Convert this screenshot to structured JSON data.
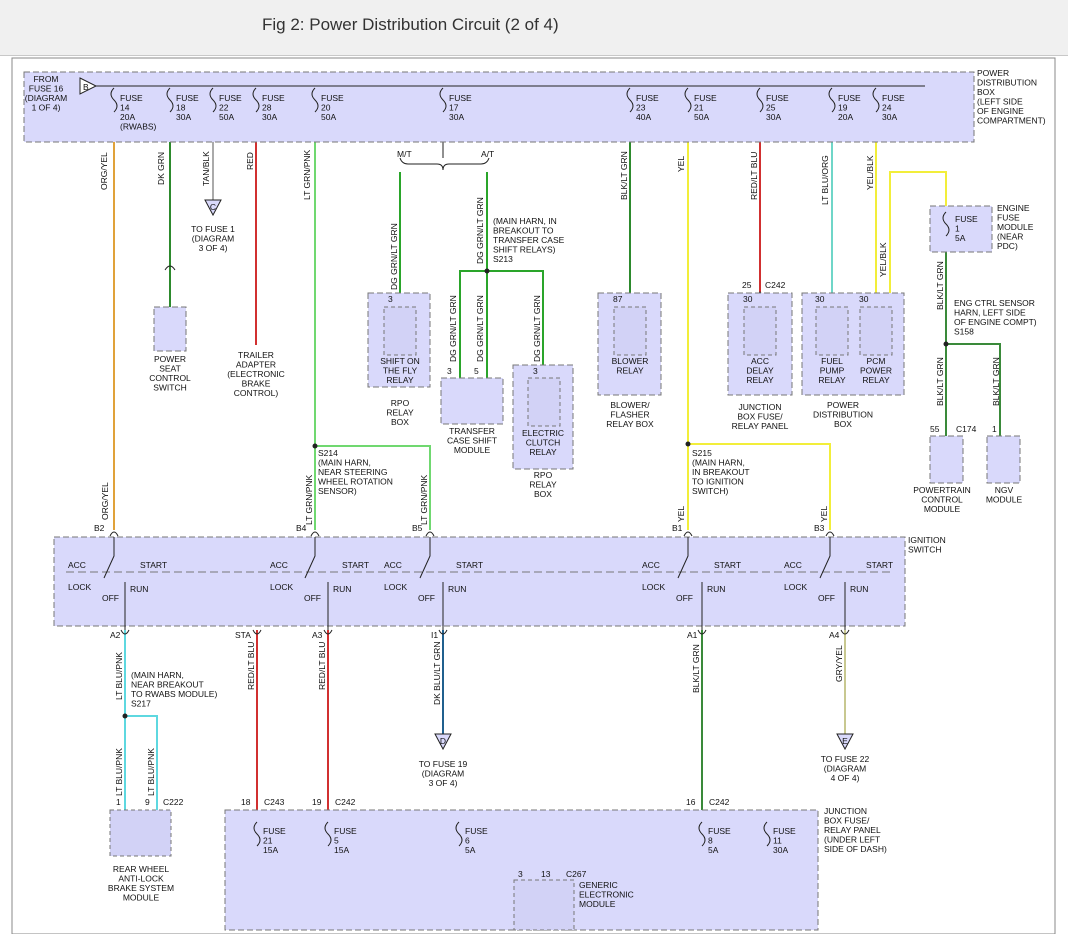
{
  "title": "Fig 2: Power Distribution Circuit (2 of 4)",
  "colors": {
    "org_yel": "#e0a23a",
    "dk_grn": "#2d8a2d",
    "red": "#d13030",
    "lt_grn_pnk": "#70d870",
    "dg_grn_lt_grn": "#2aa52a",
    "blk_lt_grn": "#3a8a3a",
    "yel": "#f2ee3a",
    "lt_blu_org": "#6fd6c8",
    "lt_blu_pnk": "#5ed8e0",
    "dk_blu_lt_grn": "#20608e",
    "gry_yel": "#c8c890",
    "box_fill": "#d9d9fb"
  },
  "pdc": {
    "from_label": "FROM\nFUSE 16\n(DIAGRAM\n1 OF 4)",
    "conn_b": "B",
    "label": "POWER\nDISTRIBUTION\nBOX\n(LEFT SIDE\nOF ENGINE\nCOMPARTMENT)",
    "fuses": [
      {
        "text": "FUSE\n14\n20A\n(RWABS)"
      },
      {
        "text": "FUSE\n18\n30A"
      },
      {
        "text": "FUSE\n22\n50A"
      },
      {
        "text": "FUSE\n28\n30A"
      },
      {
        "text": "FUSE\n20\n50A"
      },
      {
        "text": "FUSE\n17\n30A"
      },
      {
        "text": "FUSE\n23\n40A"
      },
      {
        "text": "FUSE\n21\n50A"
      },
      {
        "text": "FUSE\n25\n30A"
      },
      {
        "text": "FUSE\n19\n20A"
      },
      {
        "text": "FUSE\n24\n30A"
      }
    ]
  },
  "wires": {
    "org_yel": "ORG/YEL",
    "dk_grn": "DK GRN",
    "tan_blk": "TAN/BLK",
    "red": "RED",
    "lt_grn_pnk": "LT GRN/PNK",
    "blk_lt_grn": "BLK/LT GRN",
    "yel": "YEL",
    "red_lt_blu": "RED/LT BLU",
    "lt_blu_org": "LT BLU/ORG",
    "yel_blk": "YEL/BLK",
    "dg_grn_lt_grn": "DG GRN/LT GRN",
    "lt_blu_pnk": "LT BLU/PNK",
    "dk_blu_lt_grn": "DK BLU/LT GRN",
    "gry_yel": "GRY/YEL"
  },
  "offpage": {
    "c": {
      "letter": "C",
      "text": "TO FUSE 1\n(DIAGRAM\n3 OF 4)"
    },
    "d": {
      "letter": "D",
      "text": "TO FUSE 19\n(DIAGRAM\n3 OF 4)"
    },
    "e": {
      "letter": "E",
      "text": "TO FUSE 22\n(DIAGRAM\n4 OF 4)"
    }
  },
  "mt": "M/T",
  "at": "A/T",
  "splices": {
    "s213": "(MAIN HARN, IN\nBREAKOUT TO\nTRANSFER CASE\nSHIFT RELAYS)\nS213",
    "s214": "S214\n(MAIN HARN,\nNEAR STEERING\nWHEEL ROTATION\nSENSOR)",
    "s215": "S215\n(MAIN HARN,\nIN BREAKOUT\nTO IGNITION\nSWITCH)",
    "s158": "ENG CTRL SENSOR\nHARN, LEFT SIDE\nOF ENGINE COMPT)\nS158",
    "s217": "(MAIN HARN,\nNEAR BREAKOUT\nTO RWABS MODULE)\nS217"
  },
  "components": {
    "power_seat": "POWER\nSEAT\nCONTROL\nSWITCH",
    "trailer": "TRAILER\nADAPTER\n(ELECTRONIC\nBRAKE\nCONTROL)",
    "shift_relay": "SHIFT ON\nTHE FLY\nRELAY",
    "rpo_box1": "RPO\nRELAY\nBOX",
    "tcsm": "TRANSFER\nCASE SHIFT\nMODULE",
    "clutch": "ELECTRIC\nCLUTCH\nRELAY",
    "rpo_box2": "RPO\nRELAY\nBOX",
    "blower": "BLOWER\nRELAY",
    "blower_box": "BLOWER/\nFLASHER\nRELAY BOX",
    "acc_delay": "ACC\nDELAY\nRELAY",
    "jb_panel": "JUNCTION\nBOX FUSE/\nRELAY PANEL",
    "fuel_pump": "FUEL\nPUMP\nRELAY",
    "pcm_relay": "PCM\nPOWER\nRELAY",
    "pdc_box": "POWER\nDISTRIBUTION\nBOX",
    "efm": "ENGINE\nFUSE\nMODULE\n(NEAR\nPDC)",
    "efm_fuse": "FUSE\n1\n5A",
    "pcm": "POWERTRAIN\nCONTROL\nMODULE",
    "ngv": "NGV\nMODULE",
    "rwabs": "REAR WHEEL\nANTI-LOCK\nBRAKE SYSTEM\nMODULE",
    "gem": "GENERIC\nELECTRONIC\nMODULE"
  },
  "pins": {
    "shift_3": "3",
    "tcsm_3": "3",
    "tcsm_5": "5",
    "clutch_3": "3",
    "blower_87": "87",
    "acc_25": "25",
    "c242a": "C242",
    "acc_30": "30",
    "fuel_30": "30",
    "pcm_30": "30",
    "pcm_55": "55",
    "c174": "C174",
    "ngv_1": "1",
    "rw_1": "1",
    "rw_9": "9",
    "c222": "C222",
    "jb_18": "18",
    "c243": "C243",
    "jb_19": "19",
    "c242b": "C242",
    "jb_16": "16",
    "c242c": "C242",
    "gem_3": "3",
    "gem_13": "13",
    "c267": "C267"
  },
  "ign": {
    "label": "IGNITION\nSWITCH",
    "top_pins": {
      "b2": "B2",
      "b4": "B4",
      "b5": "B5",
      "b1": "B1",
      "b3": "B3"
    },
    "bottom_pins": {
      "a2": "A2",
      "sta": "STA",
      "a3": "A3",
      "i1": "I1",
      "a1": "A1",
      "a4": "A4"
    },
    "acc": "ACC",
    "start": "START",
    "lock": "LOCK",
    "off": "OFF",
    "run": "RUN"
  },
  "jb": {
    "label": "JUNCTION\nBOX FUSE/\nRELAY PANEL\n(UNDER LEFT\nSIDE OF DASH)",
    "fuses": [
      {
        "text": "FUSE\n21\n15A"
      },
      {
        "text": "FUSE\n5\n15A"
      },
      {
        "text": "FUSE\n6\n5A"
      },
      {
        "text": "FUSE\n8\n5A"
      },
      {
        "text": "FUSE\n11\n30A"
      }
    ]
  }
}
